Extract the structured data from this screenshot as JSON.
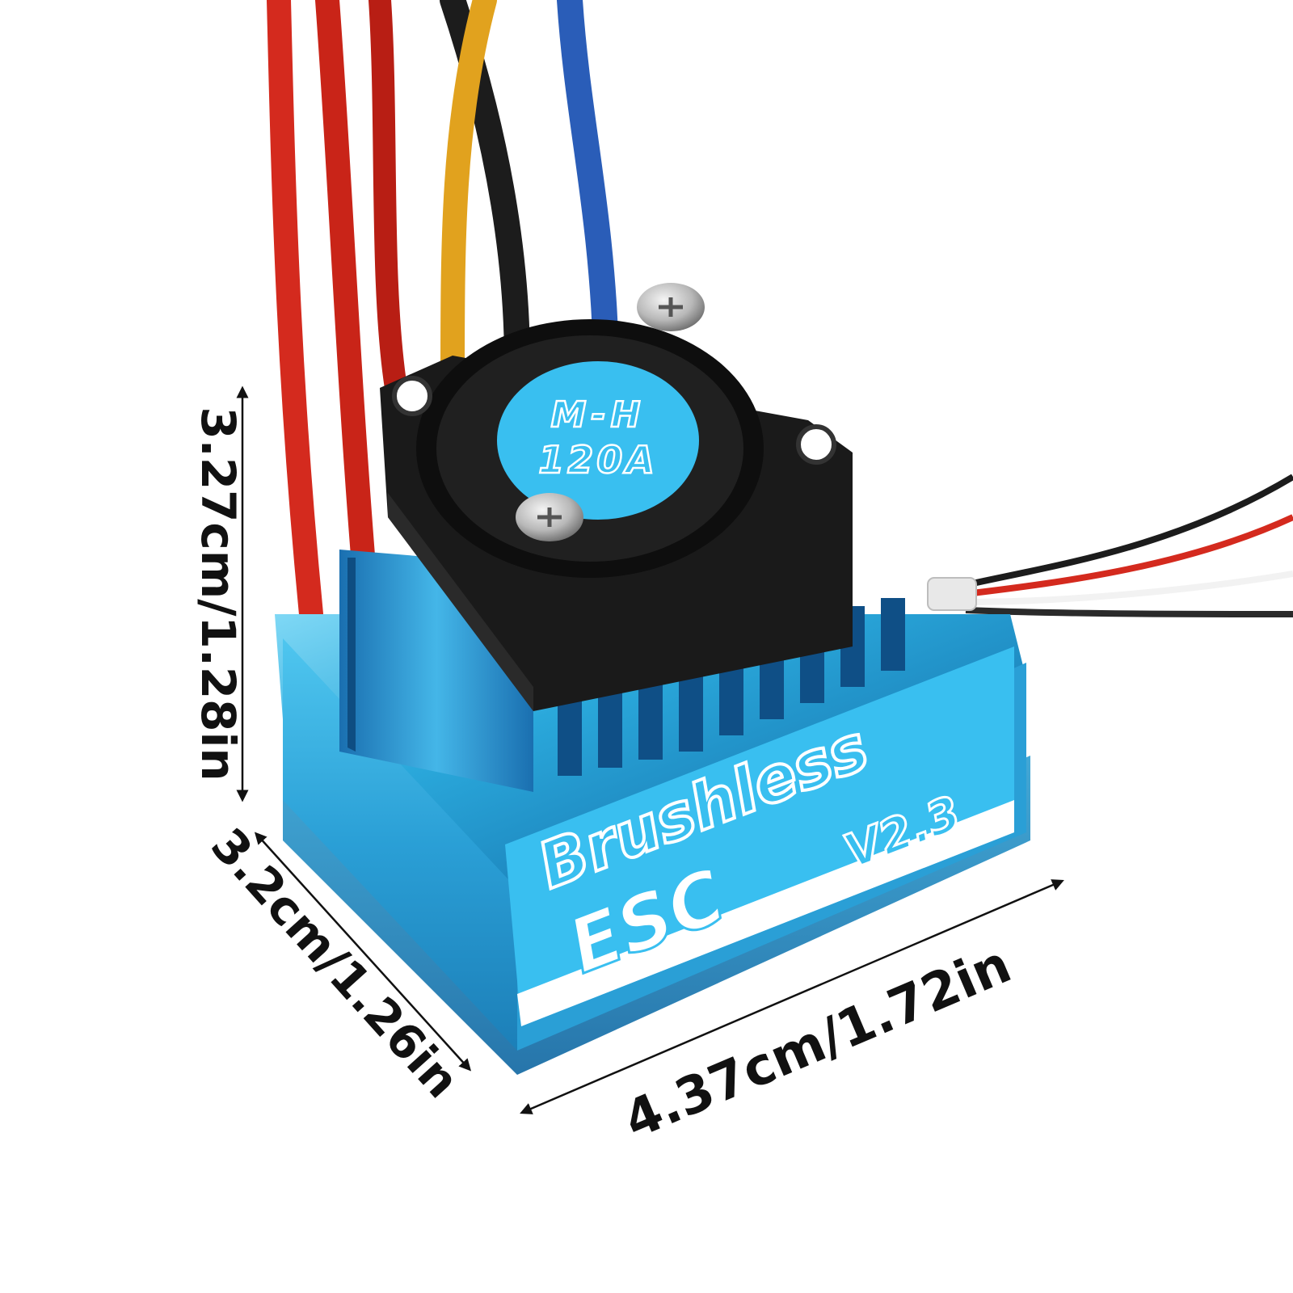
{
  "product": {
    "fan_label_line1": "M-H",
    "fan_label_line2": "120A",
    "label_brushless": "Brushless",
    "label_esc": "ESC",
    "label_version": "V2.3"
  },
  "dimensions": {
    "height": "3.27cm/1.28in",
    "depth": "3.2cm/1.26in",
    "width": "4.37cm/1.72in"
  },
  "colors": {
    "case_blue": "#3bb8e6",
    "label_blue": "#39bff0",
    "wire_red": "#d42a1e",
    "wire_yellow": "#e1a21e",
    "wire_blue": "#2a5db8",
    "wire_black": "#1c1c1c",
    "fan_black": "#1a1a1a",
    "text_dark": "#111111"
  }
}
